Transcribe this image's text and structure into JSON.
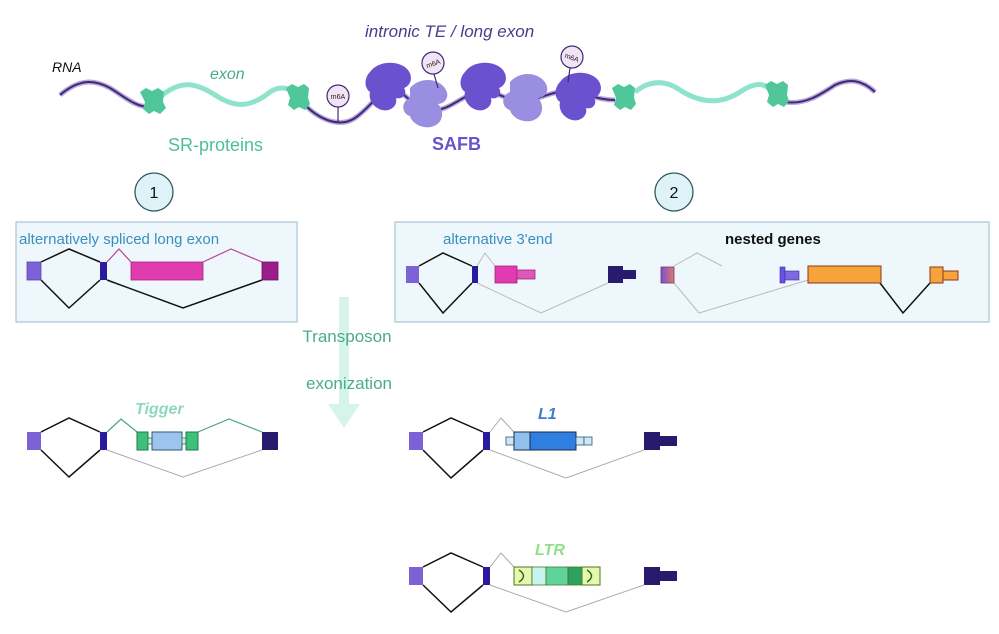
{
  "top": {
    "rna_label": "RNA",
    "exon_label": "exon",
    "region_label": "intronic TE / long exon",
    "sr_label": "SR-proteins",
    "safb_label": "SAFB",
    "m6a_label": "m6A"
  },
  "panels": [
    {
      "number": "1",
      "title": "alternatively spliced long exon"
    },
    {
      "number": "2",
      "title_left": "alternative 3'end",
      "title_right": "nested genes"
    }
  ],
  "arrow": {
    "line1": "Transposon",
    "line2": "exonization"
  },
  "te_examples": [
    {
      "name": "Tigger"
    },
    {
      "name": "L1"
    },
    {
      "name": "LTR"
    }
  ],
  "colors": {
    "sr_green": "#4fc79b",
    "exon_teal": "#8fe3cc",
    "safb_dark": "#6a52cf",
    "safb_light": "#9a8ee0",
    "rna_purple": "#3d2a73",
    "panel_bg": "#eef7fb",
    "panel_border": "#a9c4d2",
    "title_blue": "#3a8fbf",
    "arrow_mint": "#c8f0e2",
    "text_teal": "#4cab8d",
    "magenta": "#e03cb0",
    "orange": "#f5a33a",
    "navy": "#2a1a6e"
  }
}
